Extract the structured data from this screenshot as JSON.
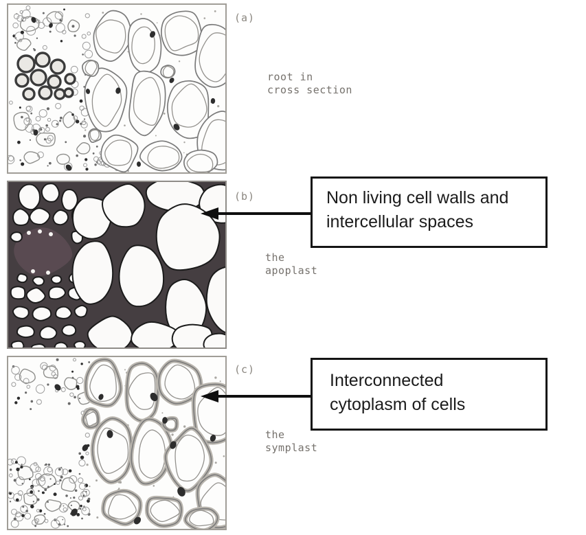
{
  "figure": {
    "panels": [
      {
        "id": "a",
        "label": "(a)",
        "caption_line1": "root in",
        "caption_line2": "cross section"
      },
      {
        "id": "b",
        "label": "(b)",
        "caption_line1": "the",
        "caption_line2": "apoplast"
      },
      {
        "id": "c",
        "label": "(c)",
        "caption_line1": "the",
        "caption_line2": "symplast"
      }
    ],
    "callouts": [
      {
        "line1": "Non living cell walls and",
        "line2": "intercellular spaces",
        "target_panel": "b"
      },
      {
        "line1": "Interconnected",
        "line2": "cytoplasm of cells",
        "target_panel": "c"
      }
    ],
    "colors": {
      "callout_border": "#141414",
      "callout_text": "#1b1b1b",
      "arrow": "#0f0f0f",
      "caption_text": "#75716c",
      "panel_label_text": "#8a867f",
      "apoplast_interstitial": "#453e41",
      "vascular_patch": "#594a51",
      "sketch_line": "#7a7a7a",
      "sketch_band": "#b9b5ae",
      "nucleus": "#2d2d2d",
      "honeycomb_line": "#3b3b3b"
    }
  }
}
